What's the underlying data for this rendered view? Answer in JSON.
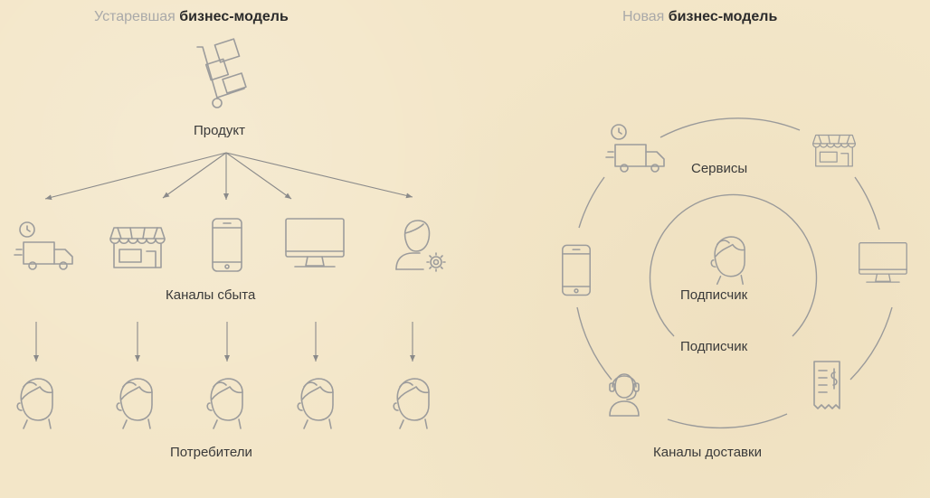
{
  "left": {
    "title_light": "Устаревшая",
    "title_bold": "бизнес-модель",
    "product_label": "Продукт",
    "channels_label": "Каналы сбыта",
    "consumers_label": "Потребители",
    "channel_icons": [
      "delivery-truck-icon",
      "store-icon",
      "smartphone-icon",
      "monitor-icon",
      "support-person-icon"
    ],
    "product_icon": "hand-truck-icon",
    "consumer_icon": "person-head-icon"
  },
  "right": {
    "title_light": "Новая",
    "title_bold": "бизнес-модель",
    "services_label": "Сервисы",
    "subscriber_label_inner": "Подписчик",
    "subscriber_label_outer": "Подписчик",
    "delivery_label": "Каналы доставки",
    "ring_icons": [
      "delivery-truck-icon",
      "store-icon",
      "monitor-icon",
      "receipt-icon",
      "headset-operator-icon",
      "smartphone-icon"
    ],
    "center_icon": "person-head-icon"
  }
}
